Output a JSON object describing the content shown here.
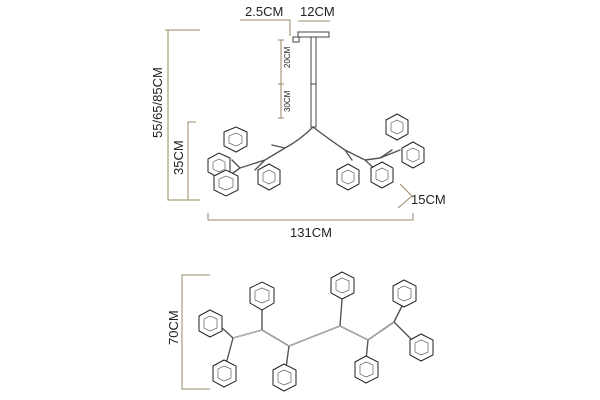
{
  "dimensions": {
    "canopy_width": "2.5CM",
    "canopy_diameter": "12CM",
    "rod_segment_a": "20CM",
    "rod_segment_b": "30CM",
    "total_heights": "55/65/85CM",
    "fixture_height": "35CM",
    "depth": "15CM",
    "total_width": "131CM",
    "top_view_depth": "70CM"
  },
  "colors": {
    "dimension_line": "#9a8a66",
    "outline": "#222222"
  }
}
